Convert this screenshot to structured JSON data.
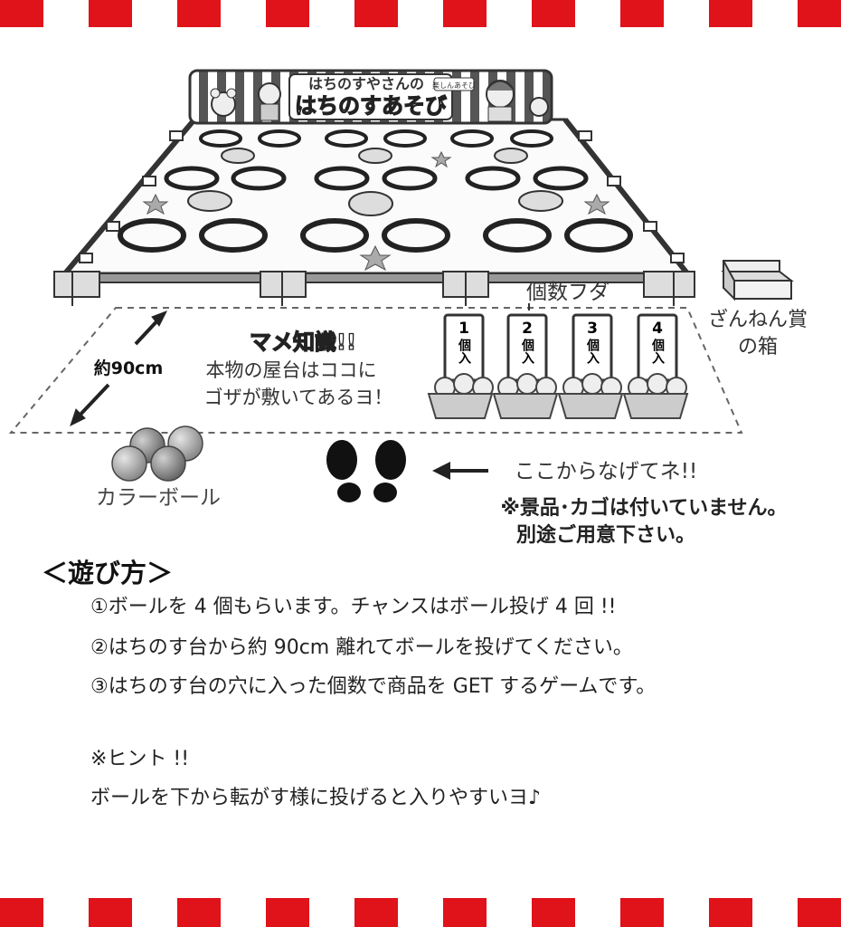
{
  "board": {
    "banner_top": "はちのすやさんの",
    "banner_main": "はちのすあそび",
    "banner_badge": "楽しんあそび"
  },
  "labels": {
    "lid": "個数フダ",
    "consolation_box_line1": "ざんねん賞",
    "consolation_box_line2": "の箱",
    "distance": "約90cm",
    "trivia_title": "マメ知識!!",
    "trivia_line1": "本物の屋台はココに",
    "trivia_line2": "ゴザが敷いてあるヨ！",
    "balls": "カラーボール",
    "throw_from": "ここからなげてネ!!",
    "note_line1": "※景品･カゴは付いていません。",
    "note_line2": "別途ご用意下さい。"
  },
  "count_cards": [
    {
      "num": "1",
      "text": "個入"
    },
    {
      "num": "2",
      "text": "個入"
    },
    {
      "num": "3",
      "text": "個入"
    },
    {
      "num": "4",
      "text": "個入"
    }
  ],
  "howto": {
    "title": "＜遊び方＞",
    "steps": [
      "①ボールを 4 個もらいます。チャンスはボール投げ 4 回 !!",
      "②はちのす台から約 90cm 離れてボールを投げてください。",
      "③はちのす台の穴に入った個数で商品を GET するゲームです。"
    ],
    "hint_title": "※ヒント !!",
    "hint_text": "ボールを下から転がす様に投げると入りやすいヨ♪"
  },
  "colors": {
    "stripe_red": "#e0121a"
  }
}
